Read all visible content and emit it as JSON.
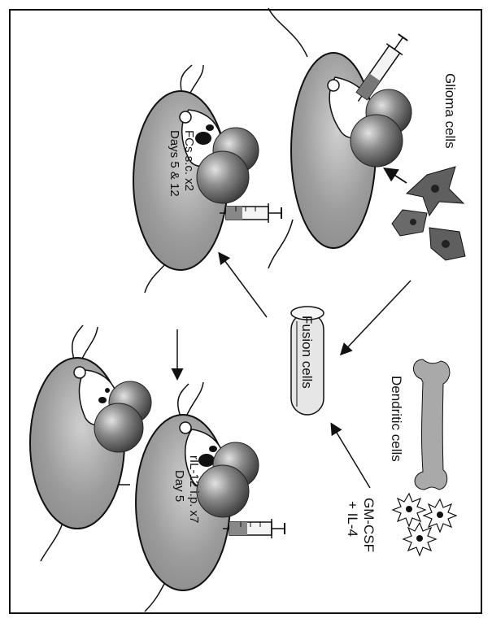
{
  "labels": {
    "glioma": "Glioma cells",
    "dendritic": "Dendritic cells",
    "fusion": "Fusion cells",
    "gmcsf": "GM-CSF",
    "il4": "+ IL-4",
    "fcs_line1": "FCs s.c. x2",
    "fcs_line2": "Days 5 & 12",
    "il12_line1": "rIL-12 i.p. x7",
    "il12_line2": "Day 5"
  },
  "colors": {
    "mouse_body": "#9a9a9a",
    "tumor": "#6e6e6e",
    "tumor_highlight": "#c8c8c8",
    "dish": "#e6e6e6",
    "bone": "#a9a9a9",
    "glioma_cell": "#5f5f5f",
    "line": "#111111"
  },
  "icons": [
    "syringe-icon",
    "bone-icon",
    "petri-dish-icon",
    "mouse-icon",
    "tumor-icon",
    "glioma-cell-icon",
    "dendritic-cell-icon"
  ]
}
